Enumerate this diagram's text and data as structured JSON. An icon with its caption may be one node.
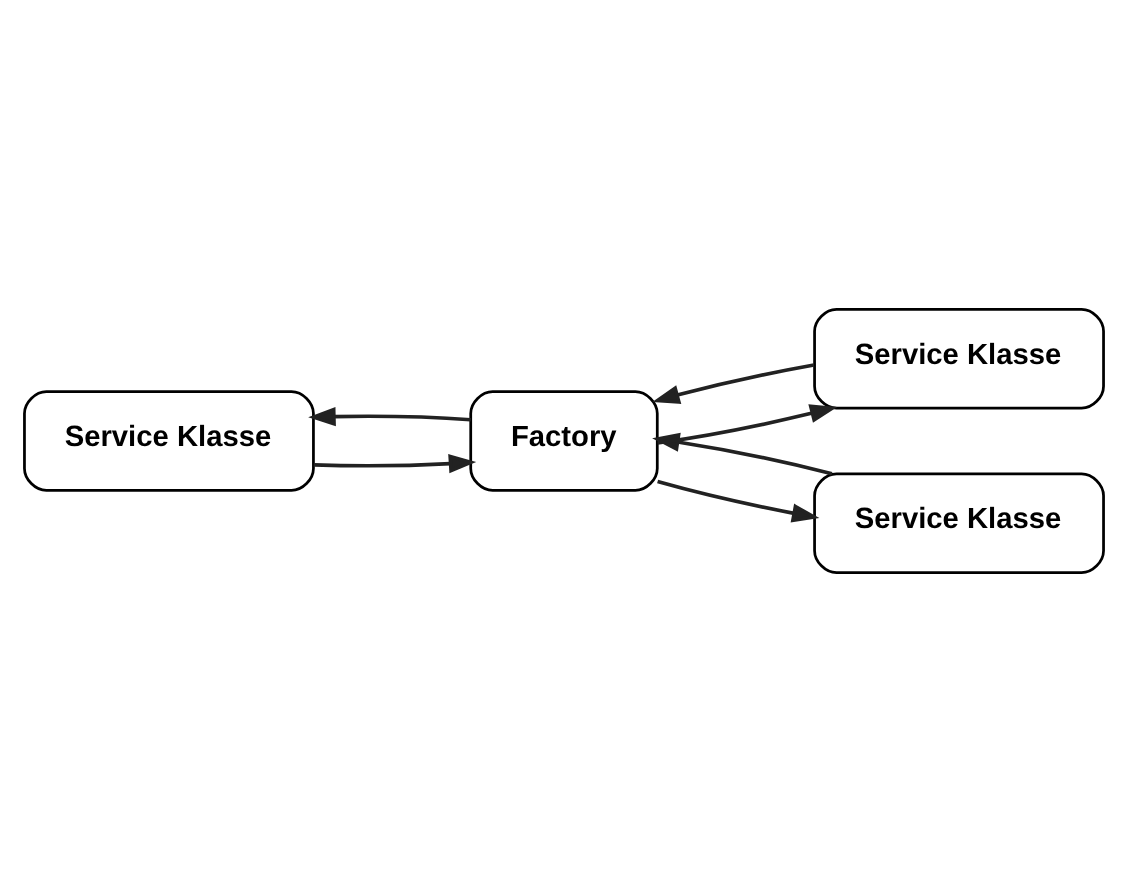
{
  "diagram": {
    "nodes": [
      {
        "text": [
          "Service Klasse"
        ]
      },
      {
        "text": [
          "Service Klasse"
        ]
      },
      {
        "text": [
          "Service Klasse"
        ]
      },
      {
        "text": [
          "Factory"
        ]
      }
    ],
    "edges": [
      {
        "from": 0,
        "to": 3,
        "arrow": "to"
      },
      {
        "from": 3,
        "to": 0,
        "arrow": "to"
      },
      {
        "from": 1,
        "to": 3,
        "arrow": "to"
      },
      {
        "from": 3,
        "to": 1,
        "arrow": "to"
      },
      {
        "from": 2,
        "to": 3,
        "arrow": "to"
      },
      {
        "from": 3,
        "to": 2,
        "arrow": "to"
      }
    ]
  }
}
